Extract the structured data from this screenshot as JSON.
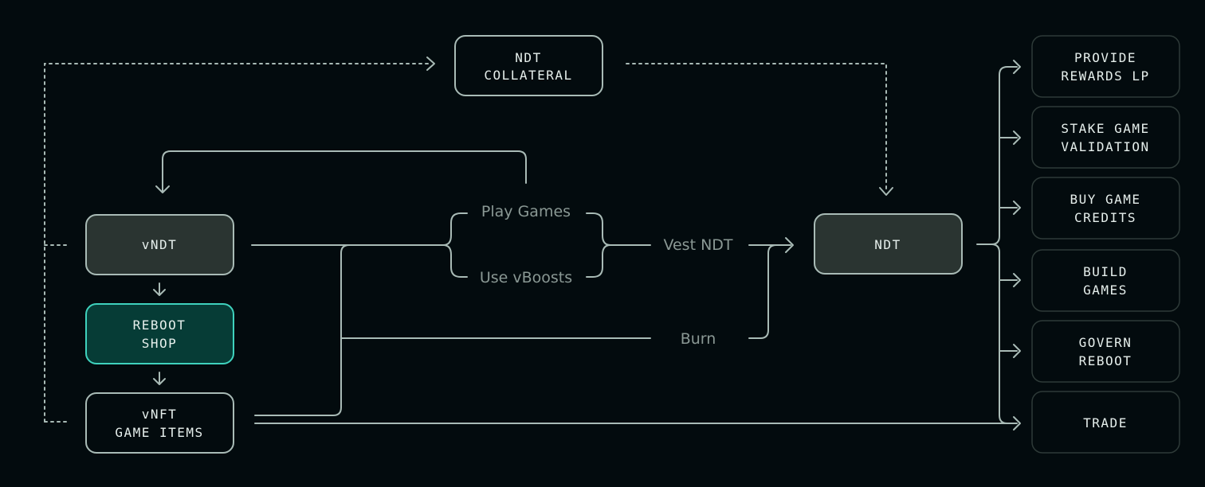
{
  "nodes": {
    "ndt_collateral": [
      "NDT",
      "COLLATERAL"
    ],
    "vndt": [
      "vNDT"
    ],
    "reboot_shop": [
      "REBOOT",
      "SHOP"
    ],
    "vnft_game_items": [
      "vNFT",
      "GAME ITEMS"
    ],
    "ndt": [
      "NDT"
    ],
    "provide_rewards_lp": [
      "PROVIDE",
      "REWARDS LP"
    ],
    "stake_game_validation": [
      "STAKE GAME",
      "VALIDATION"
    ],
    "buy_game_credits": [
      "BUY GAME",
      "CREDITS"
    ],
    "build_games": [
      "BUILD",
      "GAMES"
    ],
    "govern_reboot": [
      "GOVERN",
      "REBOOT"
    ],
    "trade": [
      "TRADE"
    ]
  },
  "labels": {
    "play_games": "Play Games",
    "use_vboosts": "Use vBoosts",
    "vest_ndt": "Vest NDT",
    "burn": "Burn"
  }
}
